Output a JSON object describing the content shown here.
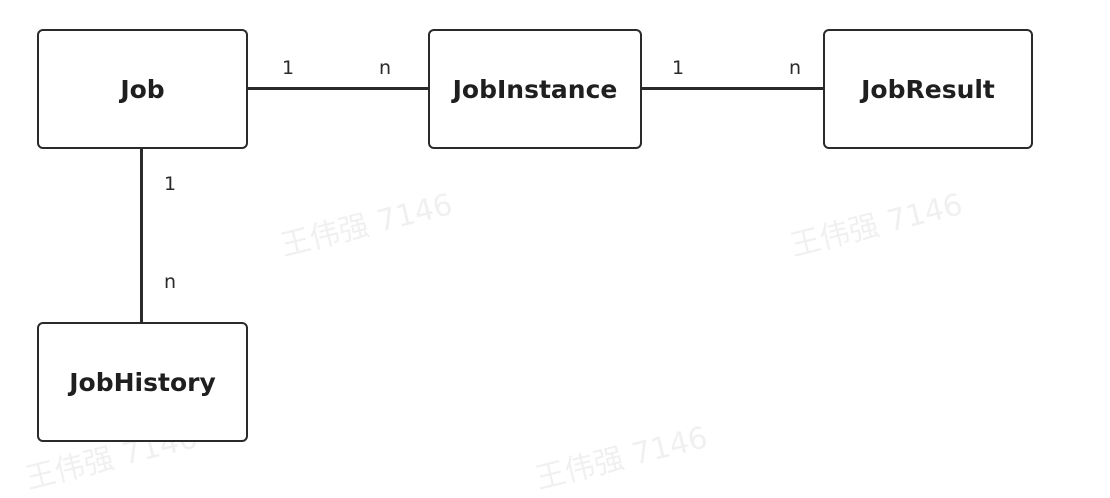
{
  "watermarks": [
    {
      "text": "王伟强 7146"
    },
    {
      "text": "王伟强 7146"
    },
    {
      "text": "王伟强 7146"
    },
    {
      "text": "王伟强 7146"
    }
  ],
  "entities": {
    "job": "Job",
    "job_instance": "JobInstance",
    "job_result": "JobResult",
    "job_history": "JobHistory"
  },
  "relations": {
    "job_to_instance": {
      "from": "1",
      "to": "n"
    },
    "instance_to_result": {
      "from": "1",
      "to": "n"
    },
    "job_to_history": {
      "from": "1",
      "to": "n"
    }
  },
  "colors": {
    "stroke": "#2a2a2a",
    "background": "#ffffff"
  }
}
